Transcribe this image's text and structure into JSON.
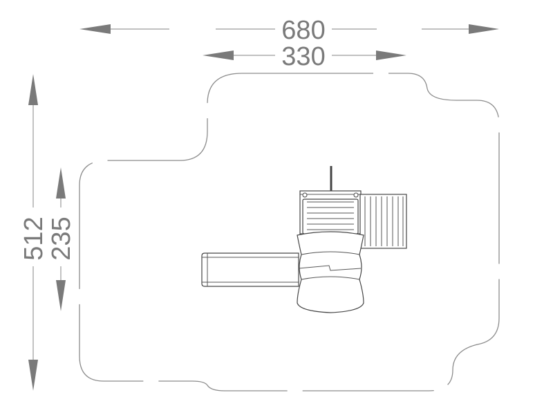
{
  "dimensions": {
    "overall_width": "680",
    "structure_width": "330",
    "overall_depth": "512",
    "structure_depth": "235"
  },
  "colors": {
    "dimension": "#7a7a7a",
    "outline": "#444444",
    "safety_zone": "#8c8c8c"
  }
}
